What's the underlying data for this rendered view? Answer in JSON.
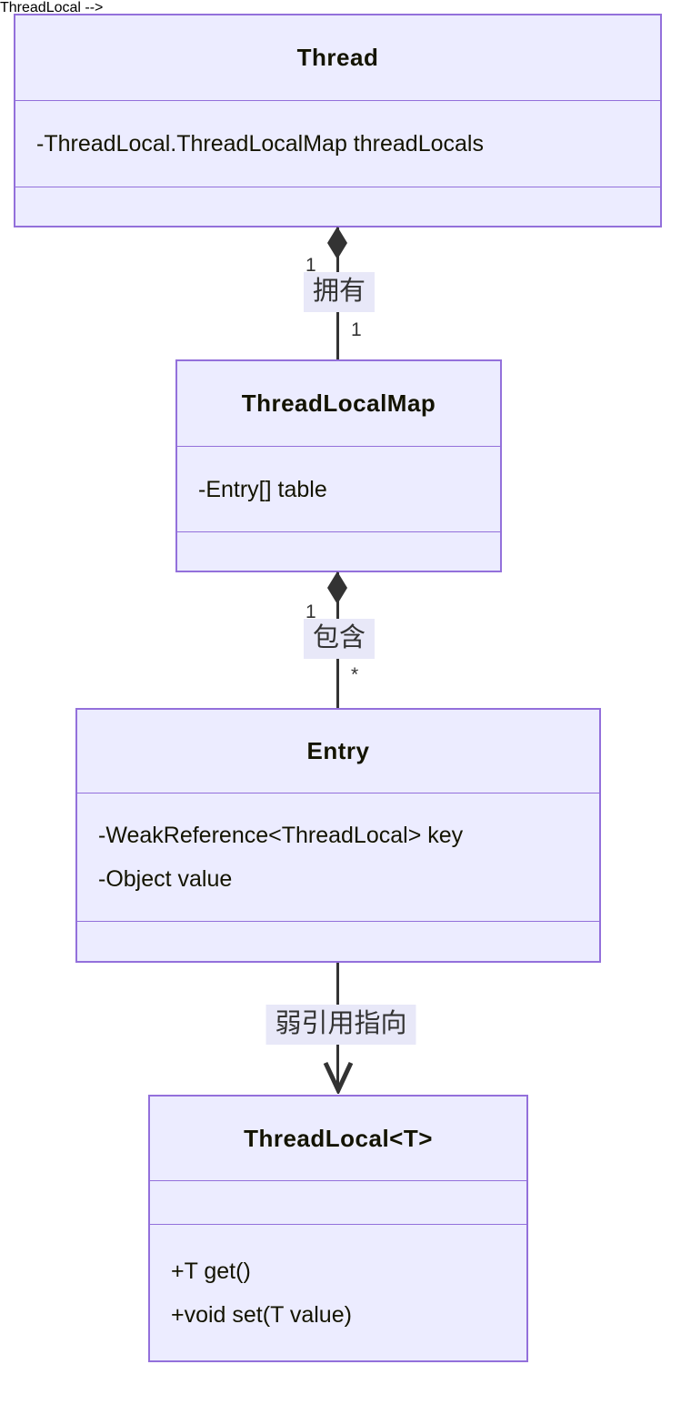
{
  "classes": [
    {
      "name": "Thread",
      "attributes": [
        "-ThreadLocal.ThreadLocalMap threadLocals"
      ],
      "methods": []
    },
    {
      "name": "ThreadLocalMap",
      "attributes": [
        "-Entry[] table"
      ],
      "methods": []
    },
    {
      "name": "Entry",
      "attributes": [
        "-WeakReference<ThreadLocal> key",
        "-Object value"
      ],
      "methods": []
    },
    {
      "name": "ThreadLocal<T>",
      "attributes": [],
      "methods": [
        "+T get()",
        "+void set(T value)"
      ]
    }
  ],
  "edges": [
    {
      "from": "Thread",
      "to": "ThreadLocalMap",
      "type": "composition",
      "label": "拥有",
      "from_multiplicity": "1",
      "to_multiplicity": "1"
    },
    {
      "from": "ThreadLocalMap",
      "to": "Entry",
      "type": "composition",
      "label": "包含",
      "from_multiplicity": "1",
      "to_multiplicity": "*"
    },
    {
      "from": "Entry",
      "to": "ThreadLocal<T>",
      "type": "directed-arrow",
      "label": "弱引用指向"
    }
  ],
  "colors": {
    "box_fill": "#ECECFF",
    "box_border": "#9370DB",
    "edge_line": "#333333",
    "text": "#131300",
    "label_bg": "#E8E8F8"
  }
}
